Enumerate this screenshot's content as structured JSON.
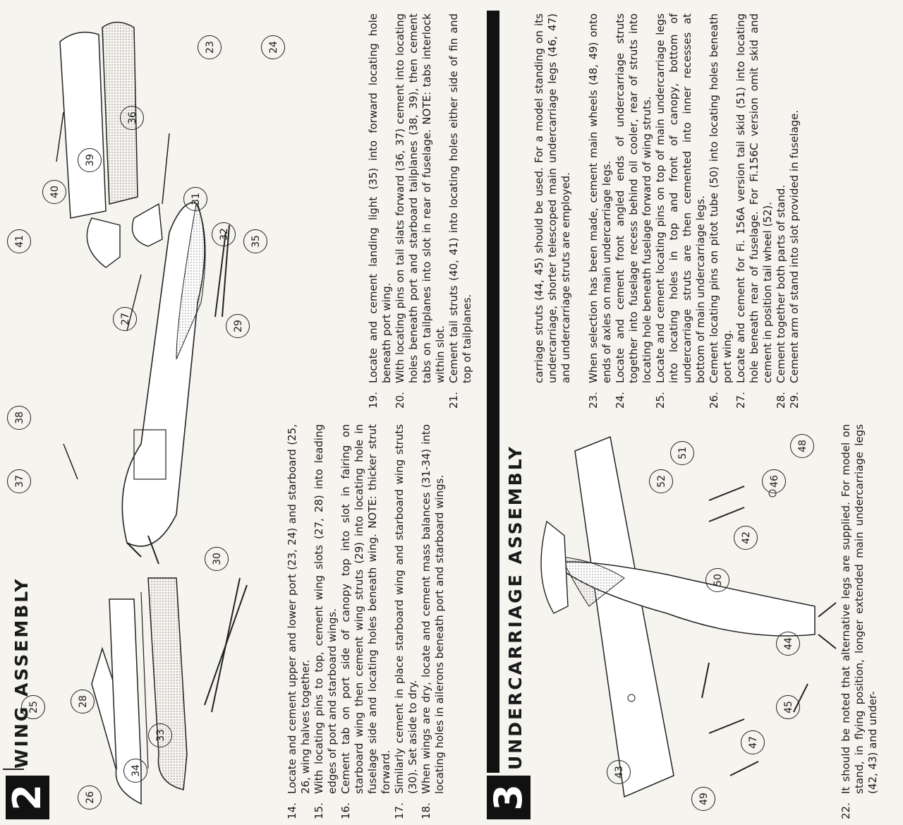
{
  "sections": {
    "wing": {
      "number": "2",
      "title": "WING ASSEMBLY",
      "steps": [
        {
          "n": "14.",
          "text": "Locate and cement upper and lower port (23, 24) and starboard (25, 26, wing halves together."
        },
        {
          "n": "15.",
          "text": "With locating pins to top, cement wing slots (27, 28) into leading edges of port and starboard wings."
        },
        {
          "n": "16.",
          "text": "Cement tab on port side of canopy top into slot in fairing on starboard wing then cement wing struts (29) into locating hole in fuselage side and locating holes beneath wing. NOTE: thicker strut forward."
        },
        {
          "n": "17.",
          "text": "Similarly cement in place starboard wing and starboard wing struts (30). Set aside to dry."
        },
        {
          "n": "18.",
          "text": "When wings are dry, locate and cement mass balances (31-34) into locating holes in ailerons beneath port and starboard wings."
        },
        {
          "n": "19.",
          "text": "Locate and cement landing light (35) into forward locating hole beneath port wing."
        },
        {
          "n": "20.",
          "text": "With locating pins on tail slats forward (36, 37) cement into locating holes beneath port and starboard tailplanes (38, 39), then cement tabs on tailplanes into slot in rear of fuselage. NOTE: tabs interlock within slot."
        },
        {
          "n": "21.",
          "text": "Cement tail struts (40, 41) into locating holes either side of fin and top of tailplanes."
        }
      ],
      "callouts": [
        "23",
        "24",
        "25",
        "26",
        "27",
        "28",
        "29",
        "30",
        "31",
        "32",
        "33",
        "34",
        "35",
        "36",
        "37",
        "38",
        "39",
        "40",
        "41"
      ]
    },
    "undercarriage": {
      "number": "3",
      "title": "UNDERCARRIAGE ASSEMBLY",
      "step22": {
        "n": "22.",
        "text": "It should be noted that alternative legs are supplied. For model on stand, in flying position, longer extended main undercarriage legs (42, 43) and under-"
      },
      "continuation": "carriage struts (44, 45) should be used. For a model standing on its undercarriage, shorter telescoped main undercarriage legs (46, 47) and undercarriage struts are employed.",
      "steps": [
        {
          "n": "23.",
          "text": "When selection has been made, cement main wheels (48, 49) onto ends of axles on main undercarriage legs."
        },
        {
          "n": "24.",
          "text": "Locate and cement front angled ends of undercarriage struts together into fuselage recess behind oil cooler, rear of struts into locating hole beneath fuselage forward of wing struts."
        },
        {
          "n": "25.",
          "text": "Locate and cement locating pins on top of main undercarriage legs into locating holes in top and front of canopy, bottom of undercarriage struts are then cemented into inner recesses at bottom of main undercarriage legs."
        },
        {
          "n": "26.",
          "text": "Cement locating pins on pitot tube (50) into locating holes beneath port wing."
        },
        {
          "n": "27.",
          "text": "Locate and cement for Fi. 156A version tail skid (51) into locating hole beneath rear of fuselage. For Fi.156C version omit skid and cement in position tail wheel (52)."
        },
        {
          "n": "28.",
          "text": "Cement together both parts of stand."
        },
        {
          "n": "29.",
          "text": "Cement arm of stand into slot provided in fuselage."
        }
      ],
      "callouts": [
        "42",
        "43",
        "44",
        "45",
        "46",
        "47",
        "48",
        "49",
        "50",
        "51",
        "52"
      ]
    }
  }
}
